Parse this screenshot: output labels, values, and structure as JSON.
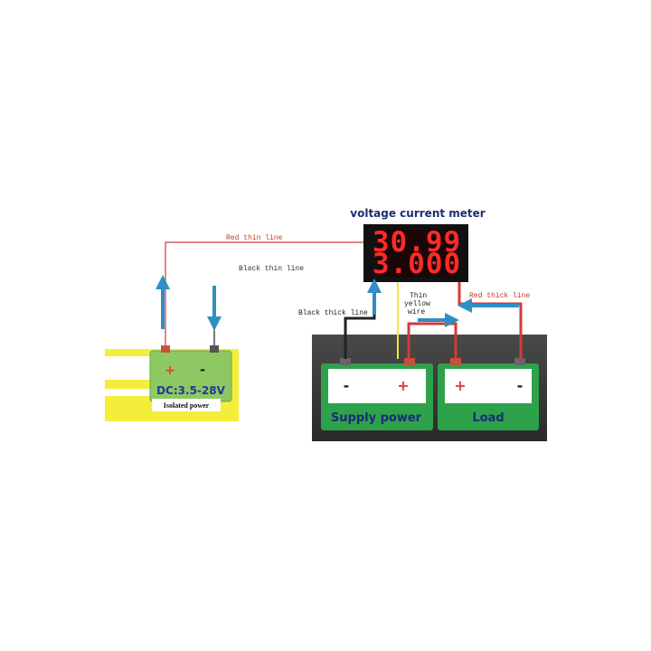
{
  "meter": {
    "title": "voltage current meter",
    "voltage_display": "30.99",
    "current_display": "3.000"
  },
  "wires": {
    "red_thin": "Red thin line",
    "black_thin": "Black thin line",
    "black_thick": "Black thick line",
    "thin_yellow_line1": "Thin",
    "thin_yellow_line2": "yellow",
    "thin_yellow_line3": "wire",
    "red_thick": "Red thick line"
  },
  "isolated_source": {
    "plus": "+",
    "minus": "-",
    "voltage": "DC:3.5-28V",
    "label": "Isolated power"
  },
  "supply_battery": {
    "minus": "-",
    "plus": "+",
    "label": "Supply power"
  },
  "load_battery": {
    "plus": "+",
    "minus": "-",
    "label": "Load"
  },
  "colors": {
    "red_wire": "#d23a3a",
    "black_wire": "#222222",
    "yellow_wire": "#f2e640",
    "blue_arrow": "#2f8fc4",
    "battery_green": "#2ea24a",
    "source_yellow": "#f4ee3a",
    "panel_dark": "#3a3a3a"
  }
}
